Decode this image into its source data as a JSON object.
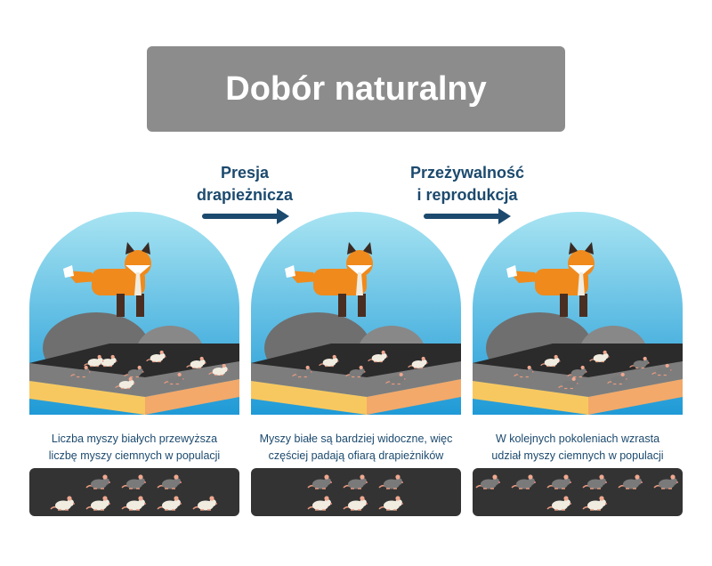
{
  "title": "Dobór naturalny",
  "arrows": [
    {
      "label_line1": "Presja",
      "label_line2": "drapieżnicza"
    },
    {
      "label_line1": "Przeżywalność",
      "label_line2": "i reprodukcja"
    }
  ],
  "stages": [
    {
      "caption_line1": "Liczba myszy białych przewyższa",
      "caption_line2": "liczbę myszy ciemnych w populacji",
      "dark_mice": 3,
      "white_mice": 5,
      "scene_dark": 3,
      "scene_white": 6
    },
    {
      "caption_line1": "Myszy białe są bardziej widoczne, więc",
      "caption_line2": "częściej padają ofiarą drapieżników",
      "dark_mice": 3,
      "white_mice": 3,
      "scene_dark": 3,
      "scene_white": 3
    },
    {
      "caption_line1": "W kolejnych pokoleniach wzrasta",
      "caption_line2": "udział myszy ciemnych w populacji",
      "dark_mice": 6,
      "white_mice": 2,
      "scene_dark": 6,
      "scene_white": 2
    }
  ],
  "colors": {
    "title_bg": "#8c8c8c",
    "text": "#1c4a6e",
    "dark_mouse": "#7a7a7a",
    "white_mouse": "#f1ece0",
    "fox": "#f08a1c"
  }
}
